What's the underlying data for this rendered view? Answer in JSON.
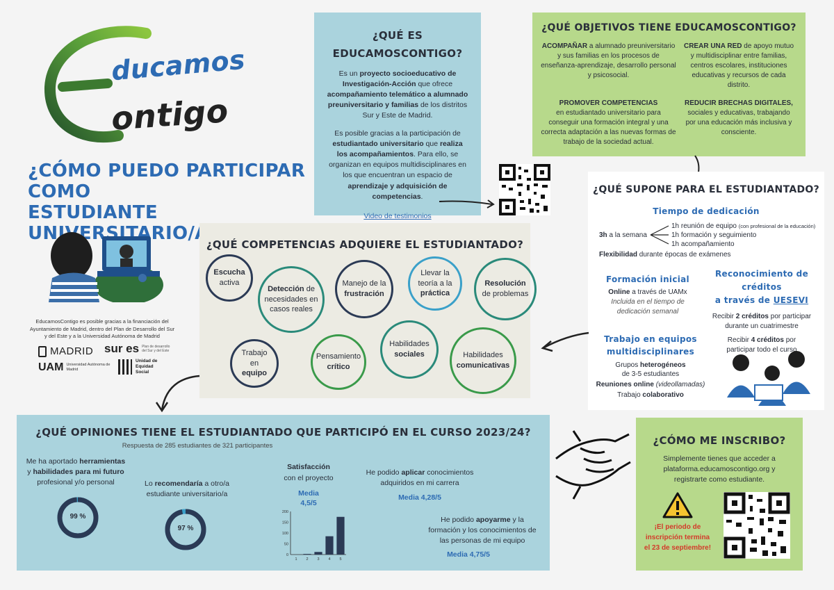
{
  "logo": {
    "top": "ducamos",
    "bottom": "ontigo",
    "wordmark": "EducamosContigo"
  },
  "main_title": {
    "line1": "¿CÓMO PUEDO PARTICIPAR COMO",
    "line2": "ESTUDIANTE UNIVERSITARIO/A?"
  },
  "funding": {
    "text": "EducamosContigo es posible gracias a la financiación del Ayuntamiento de Madrid, dentro del Plan de Desarrollo del Sur y del Este y a la Universidad Autónoma de Madrid",
    "logos": {
      "madrid": "MADRID",
      "sures": "sur es",
      "sures_sub": "Plan de desarrollo del Sur y del Este",
      "uam": "UAM",
      "uam_sub": "Universidad Autónoma de Madrid",
      "unidad": "Unidad de Equidad Social"
    }
  },
  "que_es": {
    "title_line1": "¿QUÉ ES",
    "title_line2": "EDUCAMOSCONTIGO?",
    "p1_a": "Es un ",
    "p1_b": "proyecto socioeducativo de Investigación-Acción",
    "p1_c": " que ofrece ",
    "p1_d": "acompañamiento telemático a alumnado preuniversitario y familias",
    "p1_e": " de los distritos Sur y Este de Madrid.",
    "p2_a": "Es posible gracias a la participación de ",
    "p2_b": "estudiantado universitario",
    "p2_c": " que ",
    "p2_d": "realiza los acompañamientos",
    "p2_e": ". Para ello, se organizan en equipos multidisciplinares en los que encuentran un espacio de ",
    "p2_f": "aprendizaje y adquisición de competencias",
    "p2_g": ".",
    "video_link": "Video de testimonios"
  },
  "objetivos": {
    "title": "¿QUÉ OBJETIVOS TIENE EDUCAMOSCONTIGO?",
    "o1_b": "ACOMPAÑAR",
    "o1_t": " a alumnado preuniversitario y sus familias en los procesos de enseñanza-aprendizaje, desarrollo personal y psicosocial.",
    "o2_b": "CREAR UNA RED",
    "o2_t": " de apoyo mutuo y multidisciplinar entre familias, centros escolares, instituciones educativas y recursos de cada distrito.",
    "o3_b": "PROMOVER COMPETENCIAS",
    "o3_t": "en estudiantado universitario para conseguir una formación integral y una correcta adaptación a las nuevas formas de trabajo de la sociedad actual.",
    "o4_b": "REDUCIR BRECHAS DIGITALES,",
    "o4_t": "sociales y educativas, trabajando por una educación más inclusiva y consciente."
  },
  "supone": {
    "title": "¿QUÉ SUPONE PARA EL ESTUDIANTADO?",
    "tiempo_title": "Tiempo de dedicación",
    "hours_b": "3h",
    "hours_t": " a la semana",
    "h1": "1h reunión de equipo",
    "h1_note": "(con profesional de la educación)",
    "h2": "1h formación y seguimiento",
    "h3": "1h acompañamiento",
    "flex_b": "Flexibilidad",
    "flex_t": " durante épocas de exámenes",
    "formacion_title": "Formación inicial",
    "formacion_b": "Online",
    "formacion_t": " a través de UAMx",
    "formacion_note": "Incluida en el tiempo de dedicación semanal",
    "creditos_title1": "Reconocimiento de créditos",
    "creditos_title2": "a través de ",
    "creditos_link": "UESEVI",
    "cred1_a": "Recibir ",
    "cred1_b": "2 créditos",
    "cred1_c": " por participar durante un cuatrimestre",
    "cred2_a": "Recibir ",
    "cred2_b": "4 créditos",
    "cred2_c": " por participar todo el curso",
    "equipos_title1": "Trabajo en equipos",
    "equipos_title2": "multidisciplinares",
    "eq1_a": "Grupos ",
    "eq1_b": "heterogéneos",
    "eq1_c": "de 3-5 estudiantes",
    "eq2_b": "Reuniones online",
    "eq2_t": " (videollamadas)",
    "eq3_a": "Trabajo ",
    "eq3_b": "colaborativo"
  },
  "competencias": {
    "title": "¿QUÉ COMPETENCIAS ADQUIERE EL ESTUDIANTADO?",
    "c1_b": "Escucha",
    "c1_t": "activa",
    "c2_b": "Detección",
    "c2_t1": " de",
    "c2_t2": "necesidades en casos reales",
    "c3_t": "Manejo de la",
    "c3_b": "frustración",
    "c4_t": "Llevar la teoría a la",
    "c4_b": "práctica",
    "c5_b": "Resolución",
    "c5_t": " de problemas",
    "c6_t": "Trabajo en",
    "c6_b": "equipo",
    "c7_t": "Pensamiento",
    "c7_b": "crítico",
    "c8_t": "Habilidades",
    "c8_b": "sociales",
    "c9_t": "Habilidades",
    "c9_b": "comunicativas"
  },
  "opiniones": {
    "title": "¿QUÉ OPINIONES TIENE EL ESTUDIANTADO QUE PARTICIPÓ EN EL CURSO 2023/24?",
    "subtitle": "Respuesta de 285 estudiantes de 321 participantes",
    "q1_a": "Me ha aportado ",
    "q1_b": "herramientas",
    "q1_c": "y ",
    "q1_d": "habilidades para mi futuro",
    "q1_e": "profesional y/o personal",
    "q1_pct": "99 %",
    "q2_a": "Lo ",
    "q2_b": "recomendaría",
    "q2_c": " a otro/a",
    "q2_d": "estudiante universitario/a",
    "q2_pct": "97 %",
    "sat_title": "Satisfacción",
    "sat_sub": "con el proyecto",
    "sat_media": "Media",
    "sat_value": "4,5/5",
    "q4_a": "He podido ",
    "q4_b": "aplicar",
    "q4_c": " conocimientos",
    "q4_d": "adquiridos en mi carrera",
    "q4_media": "Media 4,28/5",
    "q5_a": "He podido ",
    "q5_b": "apoyarme",
    "q5_c": " y la",
    "q5_d": "formación y los conocimientos de",
    "q5_e": "las personas de mi equipo",
    "q5_media": "Media 4,75/5",
    "donut_color": "#2b3a55",
    "donut_track": "#3aa0c9",
    "q1_fraction": 0.99,
    "q2_fraction": 0.97
  },
  "chart_data": {
    "type": "bar",
    "categories": [
      "1",
      "2",
      "3",
      "4",
      "5"
    ],
    "values": [
      0,
      3,
      12,
      85,
      175
    ],
    "ylim": [
      0,
      200
    ],
    "yticks": [
      "0",
      "50",
      "100",
      "150",
      "200"
    ],
    "title": "",
    "xlabel": "",
    "ylabel": "",
    "color": "#2b3a55"
  },
  "inscribo": {
    "title": "¿CÓMO ME INSCRIBO?",
    "text": "Simplemente tienes que acceder a plataforma.educamoscontigo.org y registrarte como estudiante.",
    "warning1": "¡El periodo de",
    "warning2": "inscripción termina",
    "warning3": "el 23 de septiembre!",
    "warning_icon": "warning-icon"
  },
  "colors": {
    "blue": "#2d6bb3",
    "green_box": "#b7d98b",
    "blue_box": "#aad3dd",
    "beige_box": "#ecebe3",
    "dark": "#2b3a55",
    "red": "#d33b2b"
  }
}
